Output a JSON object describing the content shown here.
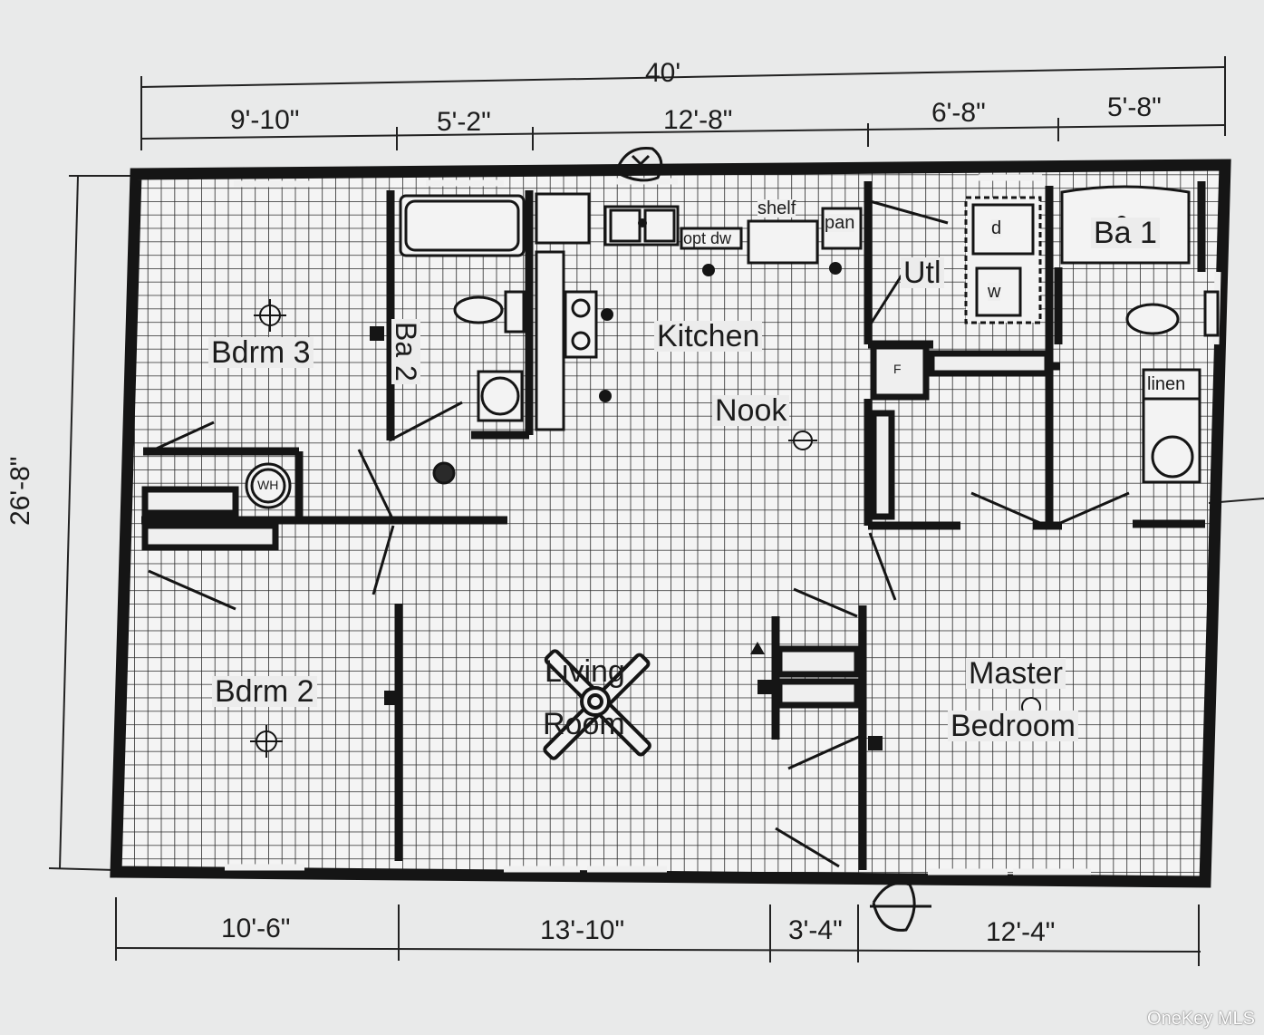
{
  "dimensions": {
    "overall_width": "40'",
    "overall_depth": "26'-8\"",
    "top": [
      "9'-10\"",
      "5'-2\"",
      "12'-8\"",
      "6'-8\"",
      "5'-8\""
    ],
    "bottom": [
      "10'-6\"",
      "13'-10\"",
      "3'-4\"",
      "12'-4\""
    ]
  },
  "rooms": {
    "bedroom3": "Bdrm 3",
    "bath2": "Ba 2",
    "kitchen": "Kitchen",
    "nook": "Nook",
    "utility": "Utl",
    "bath1": "Ba 1",
    "bedroom2": "Bdrm 2",
    "living_line1": "Living",
    "living_line2": "Room",
    "master_line1": "Master",
    "master_line2": "Bedroom"
  },
  "fixtures": {
    "shelf": "shelf",
    "pantry": "pan",
    "dishwasher": "opt dw",
    "dryer": "d",
    "washer": "w",
    "linen": "linen",
    "water_heater": "WH",
    "furnace": "F"
  },
  "watermark": "OneKey MLS",
  "colors": {
    "paper": "#e9eaea",
    "wall": "#151515",
    "grid": "#2a2a2a"
  }
}
